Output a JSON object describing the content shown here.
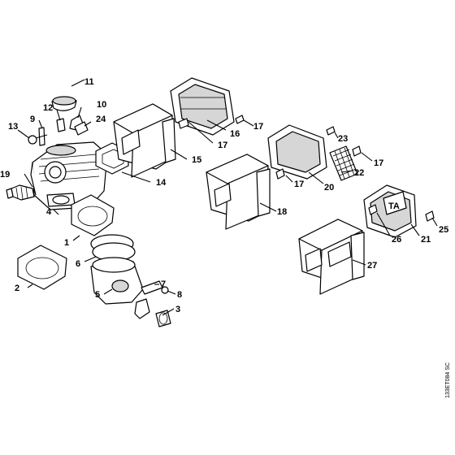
{
  "diagram": {
    "drawing_code": "133ET084 SC",
    "parts": [
      {
        "id": "p1",
        "number": "1"
      },
      {
        "id": "p2",
        "number": "2"
      },
      {
        "id": "p3",
        "number": "3"
      },
      {
        "id": "p4",
        "number": "4"
      },
      {
        "id": "p5",
        "number": "5"
      },
      {
        "id": "p6",
        "number": "6"
      },
      {
        "id": "p7",
        "number": "7"
      },
      {
        "id": "p8",
        "number": "8"
      },
      {
        "id": "p9",
        "number": "9"
      },
      {
        "id": "p10",
        "number": "10"
      },
      {
        "id": "p11",
        "number": "11"
      },
      {
        "id": "p12",
        "number": "12"
      },
      {
        "id": "p13",
        "number": "13"
      },
      {
        "id": "p14",
        "number": "14"
      },
      {
        "id": "p15",
        "number": "15"
      },
      {
        "id": "p16",
        "number": "16"
      },
      {
        "id": "p17a",
        "number": "17"
      },
      {
        "id": "p17b",
        "number": "17"
      },
      {
        "id": "p17c",
        "number": "17"
      },
      {
        "id": "p17d",
        "number": "17"
      },
      {
        "id": "p18",
        "number": "18"
      },
      {
        "id": "p19",
        "number": "19"
      },
      {
        "id": "p20",
        "number": "20"
      },
      {
        "id": "p21",
        "number": "21"
      },
      {
        "id": "p22",
        "number": "22"
      },
      {
        "id": "p23",
        "number": "23"
      },
      {
        "id": "p24",
        "number": "24"
      },
      {
        "id": "p25",
        "number": "25"
      },
      {
        "id": "p26",
        "number": "26"
      },
      {
        "id": "p27",
        "number": "27"
      }
    ],
    "muffler_badge": "TA"
  }
}
